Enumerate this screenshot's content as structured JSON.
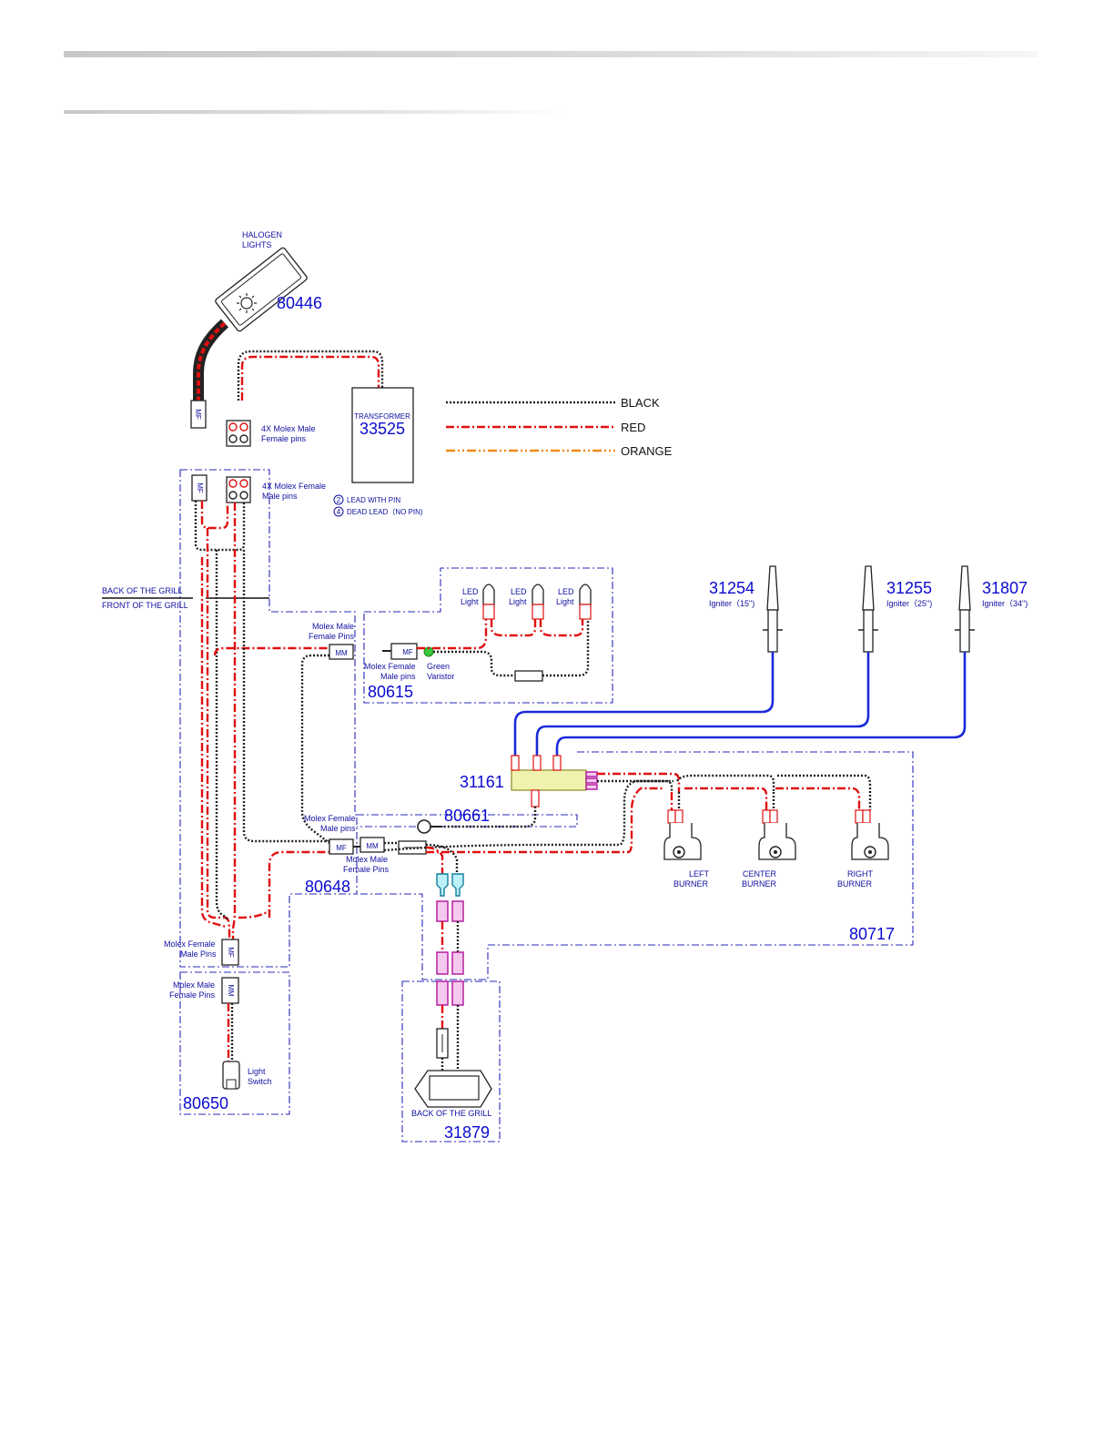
{
  "legend": {
    "black": "BLACK",
    "red": "RED",
    "orange": "ORANGE"
  },
  "parts": {
    "halogen_lights": {
      "label_line1": "HALOGEN",
      "label_line2": "LIGHTS",
      "number": "80446"
    },
    "transformer": {
      "label": "TRANSFORMER",
      "number": "33525"
    },
    "led_harness": {
      "number": "80615"
    },
    "igniter_15": {
      "number": "31254",
      "label": "Igniter（15\")"
    },
    "igniter_25": {
      "number": "31255",
      "label": "Igniter（25\")"
    },
    "igniter_34": {
      "number": "31807",
      "label": "Igniter（34\")"
    },
    "ignition_module": {
      "number": "31161"
    },
    "ground_wire": {
      "number": "80661"
    },
    "main_harness": {
      "number": "80648"
    },
    "burner_harness": {
      "number": "80717"
    },
    "switch_harness": {
      "number": "80650"
    },
    "battery_box": {
      "number": "31879",
      "label": "BACK OF THE GRILL"
    }
  },
  "labels": {
    "molex_4x_male": [
      "4X Molex Male",
      "Female pins"
    ],
    "molex_4x_female": [
      "4X Molex Female",
      "Male pins"
    ],
    "lead_with_pin": "LEAD WITH PIN",
    "dead_lead": "DEAD LEAD（NO PIN)",
    "lead_with_pin_num": "2",
    "dead_lead_num": "4",
    "back_of_grill": "BACK OF THE GRILL",
    "front_of_grill": "FRONT OF THE GRILL",
    "molex_male_female_pins_a": [
      "Molex Male",
      "Female Pins"
    ],
    "molex_female_male_pins_a": [
      "Molex Female",
      "Male pins"
    ],
    "led_light": [
      "LED",
      "Light"
    ],
    "green_varistor": [
      "Green",
      "Varistor"
    ],
    "molex_female_male_pins_b": [
      "Molex Female",
      "Male pins"
    ],
    "molex_male_female_pins_b": [
      "Molex Male",
      "Female Pins"
    ],
    "molex_female_male_pins_c": [
      "Molex Female",
      "Male Pins"
    ],
    "molex_male_female_pins_c": [
      "Molex Male",
      "Female Pins"
    ],
    "light_switch": [
      "Light",
      "Switch"
    ],
    "left_burner": [
      "LEFT",
      "BURNER"
    ],
    "center_burner": [
      "CENTER",
      "BURNER"
    ],
    "right_burner": [
      "RIGHT",
      "BURNER"
    ],
    "conn_mf": "MF",
    "conn_mm": "MM"
  },
  "colors": {
    "black_wire": "#222222",
    "red_wire": "#e01010",
    "orange_wire": "#f08a1a",
    "blue_wire": "#1a2ad8",
    "part_number": "#0a0ad0",
    "label_text": "#1010a0",
    "boundary": "#2828b8",
    "connector_pink": "#f5c8ee",
    "connector_cyan": "#bdf0f8",
    "varistor_green": "#3cc83c",
    "module_yellow": "#f2f2b0"
  }
}
